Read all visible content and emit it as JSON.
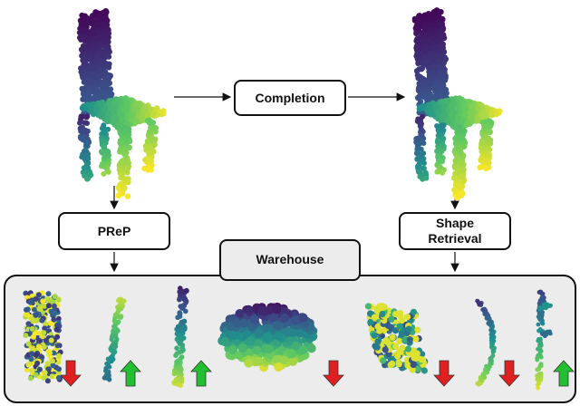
{
  "boxes": {
    "completion": "Completion",
    "prep": "PReP",
    "shape_retrieval_line1": "Shape",
    "shape_retrieval_line2": "Retrieval",
    "warehouse": "Warehouse"
  },
  "colors": {
    "viridis_dark": "#3b2a7a",
    "viridis_mid": "#2a9a8a",
    "viridis_light": "#e8e84a",
    "arrow_down": "#e02020",
    "arrow_up": "#22c030",
    "panel_bg": "#ececec"
  },
  "items": [
    {
      "name": "partial-slab",
      "direction": "down"
    },
    {
      "name": "chair-leg",
      "direction": "up"
    },
    {
      "name": "chair-leg-long",
      "direction": "up"
    },
    {
      "name": "chair-seat",
      "direction": "down"
    },
    {
      "name": "seat-fragment",
      "direction": "down"
    },
    {
      "name": "curved-rail",
      "direction": "down"
    },
    {
      "name": "chair-frame",
      "direction": "up"
    }
  ]
}
